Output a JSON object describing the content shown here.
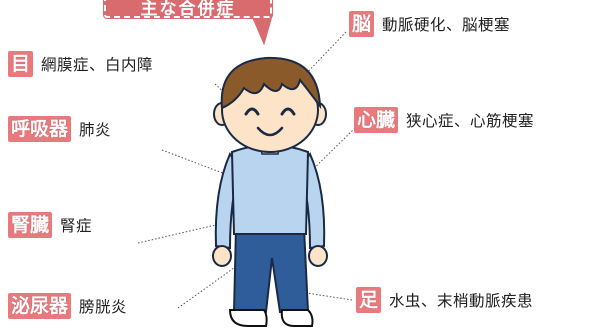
{
  "title": "主な合併症",
  "callouts": [
    {
      "id": "eye",
      "organ": "目",
      "desc": "網膜症、白内障"
    },
    {
      "id": "lung",
      "organ": "呼吸器",
      "desc": "肺炎"
    },
    {
      "id": "kidney",
      "organ": "腎臓",
      "desc": "腎症"
    },
    {
      "id": "urinary",
      "organ": "泌尿器",
      "desc": "膀胱炎"
    },
    {
      "id": "brain",
      "organ": "脳",
      "desc": "動脈硬化、脳梗塞"
    },
    {
      "id": "heart",
      "organ": "心臓",
      "desc": "狭心症、心筋梗塞"
    },
    {
      "id": "foot",
      "organ": "足",
      "desc": "水虫、末梢動脈疾患"
    }
  ],
  "colors": {
    "badge": "#e87a7e",
    "title_bg": "#d96a6e",
    "shirt": "#b8d4ee",
    "pants": "#2f5d9a",
    "hair": "#8a5a2b",
    "skin": "#fde3c8"
  }
}
